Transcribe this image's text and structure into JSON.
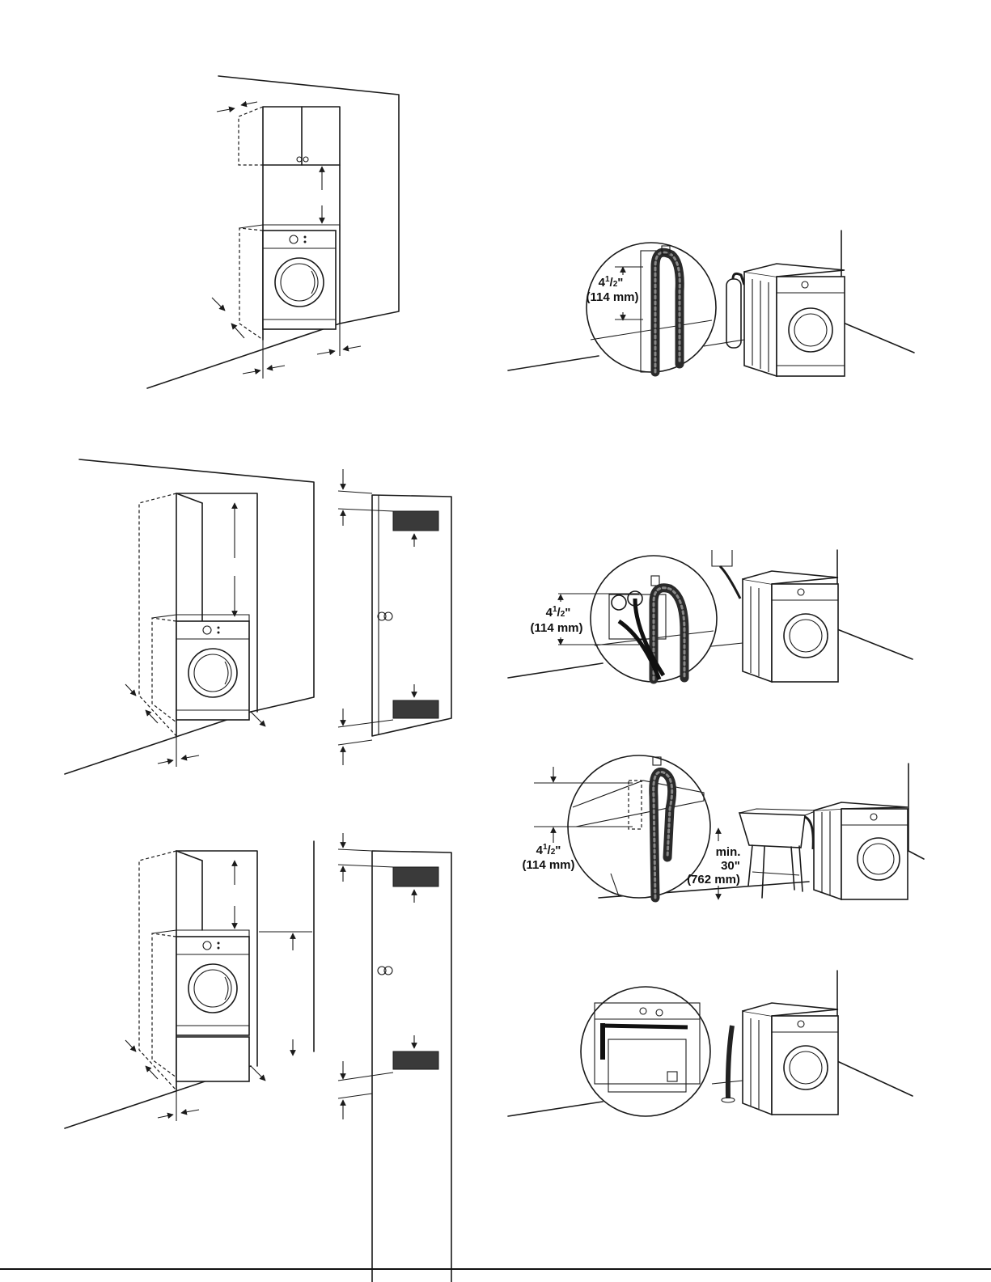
{
  "labels": {
    "drain_standpipe": {
      "height": "4",
      "frac": "1",
      "den": "2",
      "unit": "\"",
      "metric": "(114 mm)"
    },
    "drain_wall": {
      "height": "4",
      "frac": "1",
      "den": "2",
      "unit": "\"",
      "metric": "(114 mm)"
    },
    "drain_tub": {
      "height": "4",
      "frac": "1",
      "den": "2",
      "unit": "\"",
      "metric": "(114 mm)",
      "min_label": "min.",
      "min_value": "30\"",
      "min_metric": "(762 mm)"
    }
  }
}
